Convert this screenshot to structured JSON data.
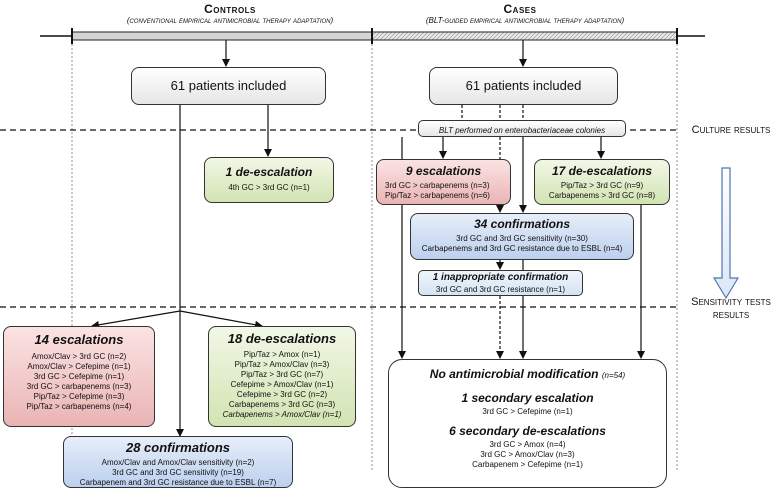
{
  "headers": {
    "controls_title": "Controls",
    "controls_sub": "(conventional empirical antimicrobial therapy adaptation)",
    "cases_title": "Cases",
    "cases_sub": "(BLT-guided empirical antimicrobial therapy adaptation)"
  },
  "side_labels": {
    "culture": "Culture results",
    "sensitivity_1": "Sensitivity tests",
    "sensitivity_2": "results"
  },
  "controls": {
    "included": "61 patients included",
    "deescalation": {
      "title": "1 de-escalation",
      "lines": [
        "4th GC > 3rd GC (n=1)"
      ]
    },
    "escalations": {
      "title": "14 escalations",
      "lines": [
        "Amox/Clav > 3rd GC (n=2)",
        "Amox/Clav > Cefepime (n=1)",
        "3rd GC > Cefepime (n=1)",
        "3rd GC > carbapenems (n=3)",
        "Pip/Taz > Cefepime (n=3)",
        "Pip/Taz > carbapenems (n=4)"
      ]
    },
    "deescalations": {
      "title": "18 de-escalations",
      "lines": [
        "Pip/Taz > Amox (n=1)",
        "Pip/Taz > Amox/Clav (n=3)",
        "Pip/Taz > 3rd GC (n=7)",
        "Cefepime > Amox/Clav (n=1)",
        "Cefepime > 3rd GC (n=2)",
        "Carbapenems > 3rd GC (n=3)",
        "Carbapenems > Amox/Clav (n=1)"
      ]
    },
    "confirmations": {
      "title": "28 confirmations",
      "lines": [
        "Amox/Clav and Amox/Clav sensitivity (n=2)",
        "3rd GC and 3rd GC sensitivity (n=19)",
        "Carbapenem and 3rd GC resistance due to ESBL (n=7)"
      ]
    }
  },
  "cases": {
    "included": "61 patients included",
    "blt": "BLT performed on enterobacteriaceae colonies",
    "escalations": {
      "title": "9 escalations",
      "lines": [
        "3rd GC > carbapenems (n=3)",
        "Pip/Taz > carbapenems (n=6)"
      ]
    },
    "deescalations": {
      "title": "17 de-escalations",
      "lines": [
        "Pip/Taz > 3rd GC (n=9)",
        "Carbapenems > 3rd GC (n=8)"
      ]
    },
    "confirmations": {
      "title": "34 confirmations",
      "lines": [
        "3rd GC and 3rd GC sensitivity (n=30)",
        "Carbapenems and 3rd GC resistance due to ESBL (n=4)"
      ]
    },
    "inappropriate": {
      "title": "1 inappropriate confirmation",
      "lines": [
        "3rd GC and 3rd GC resistance (n=1)"
      ]
    },
    "no_modification": {
      "title": "No antimicrobial modification",
      "count": "(n=54)",
      "secondary_escalation": "1 secondary escalation",
      "secondary_escalation_lines": [
        "3rd GC > Cefepime (n=1)"
      ],
      "secondary_deescalations": "6 secondary de-escalations",
      "secondary_deescalation_lines": [
        "3rd GC > Amox (n=4)",
        "3rd GC > Amox/Clav (n=3)",
        "Carbapenem > Cefepime (n=1)"
      ]
    }
  }
}
